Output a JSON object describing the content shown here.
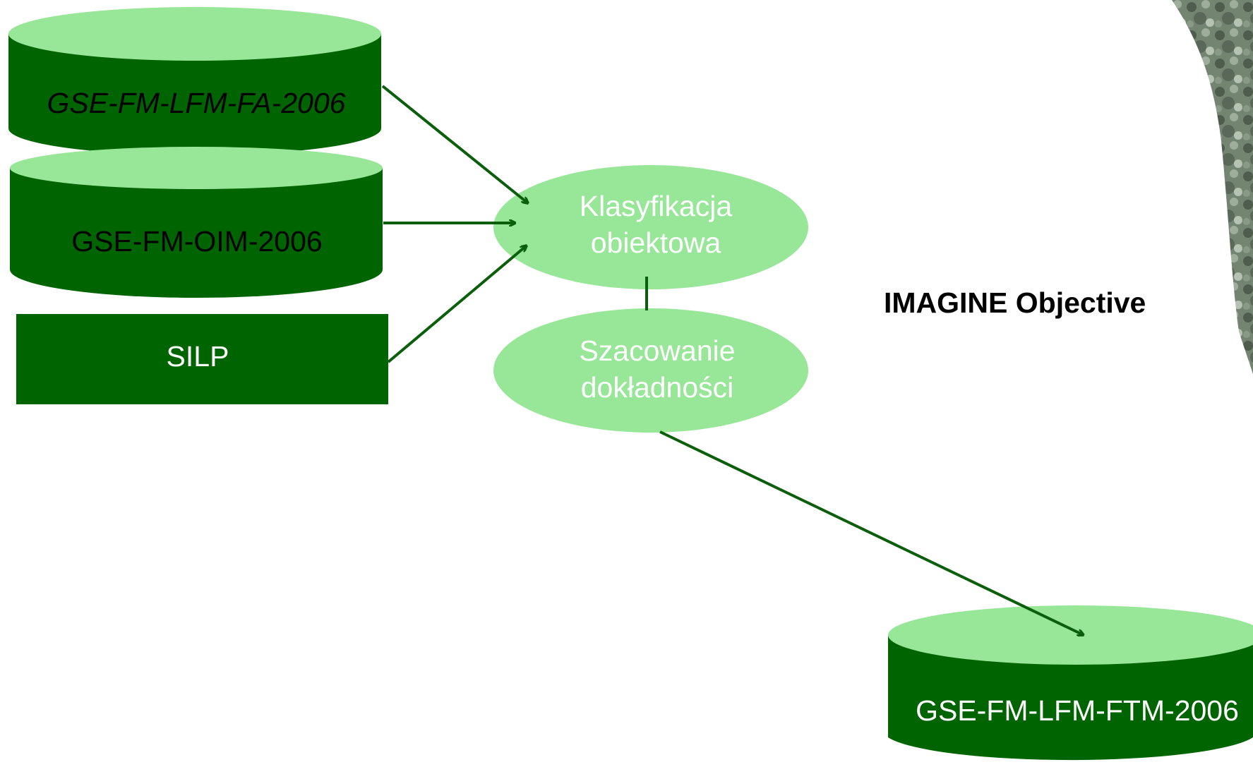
{
  "colors": {
    "dark_green": "#006400",
    "light_green": "#98E698",
    "arrow": "#0B5E0B",
    "photo_texture": "#4a5e4a"
  },
  "nodes": {
    "db_fa": {
      "label": "GSE-FM-LFM-FA-2006",
      "shape": "cylinder"
    },
    "db_oim": {
      "label": "GSE-FM-OIM-2006",
      "shape": "cylinder"
    },
    "silp": {
      "label": "SILP",
      "shape": "rectangle"
    },
    "classification": {
      "label_line1": "Klasyfikacja",
      "label_line2": "obiektowa",
      "shape": "ellipse"
    },
    "accuracy": {
      "label_line1": "Szacowanie",
      "label_line2": "dokładności",
      "shape": "ellipse"
    },
    "db_ftm": {
      "label": "GSE-FM-LFM-FTM-2006",
      "shape": "cylinder"
    }
  },
  "software_label": "IMAGINE Objective",
  "decoration": {
    "right_edge": "forest-photo-strip"
  }
}
